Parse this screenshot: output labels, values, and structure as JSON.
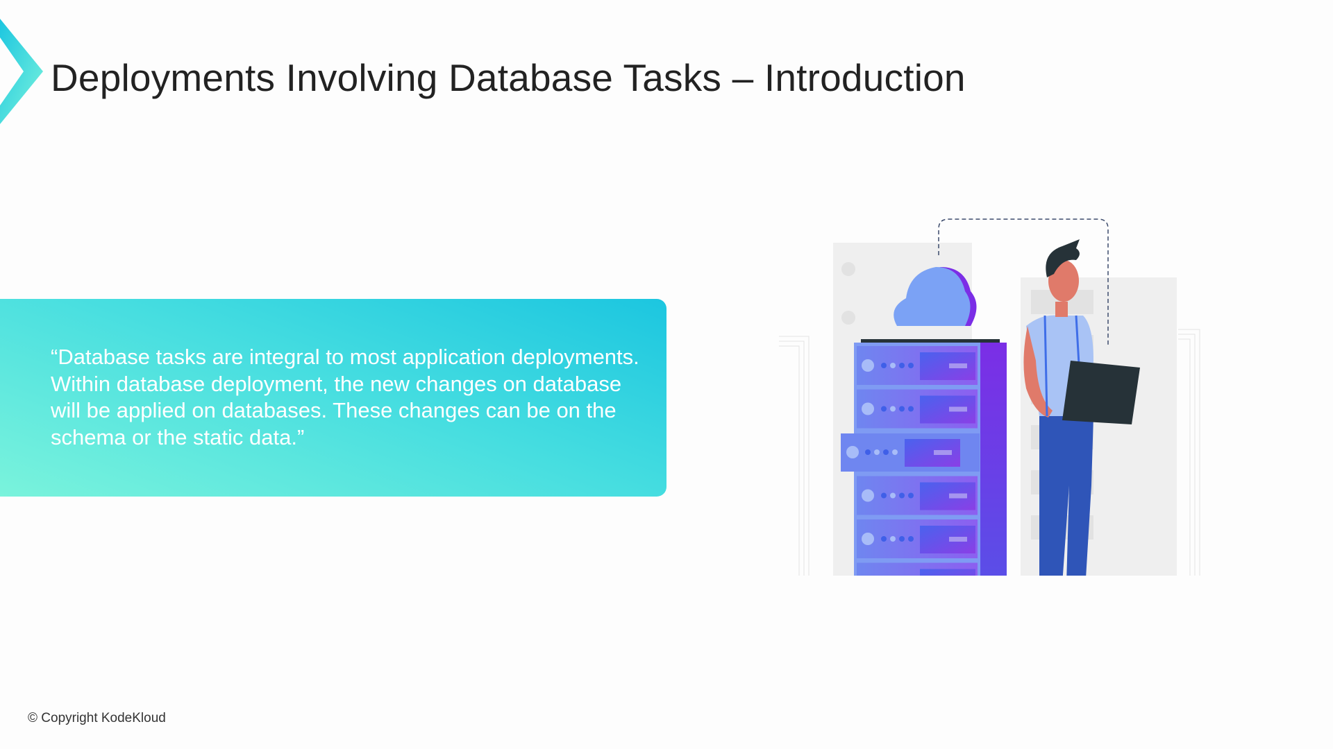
{
  "slide": {
    "title": "Deployments Involving Database Tasks – Introduction",
    "quote": "“Database tasks are integral to most application deployments. Within database deployment, the new changes on database will be applied on databases. These changes can be on the schema or the static data.”",
    "copyright": "© Copyright KodeKloud"
  },
  "colors": {
    "accent_cyan": "#1cc6e0",
    "accent_mint": "#7af3dc",
    "rack_blue": "#6f7ff0",
    "rack_purple": "#7b2ee6"
  }
}
